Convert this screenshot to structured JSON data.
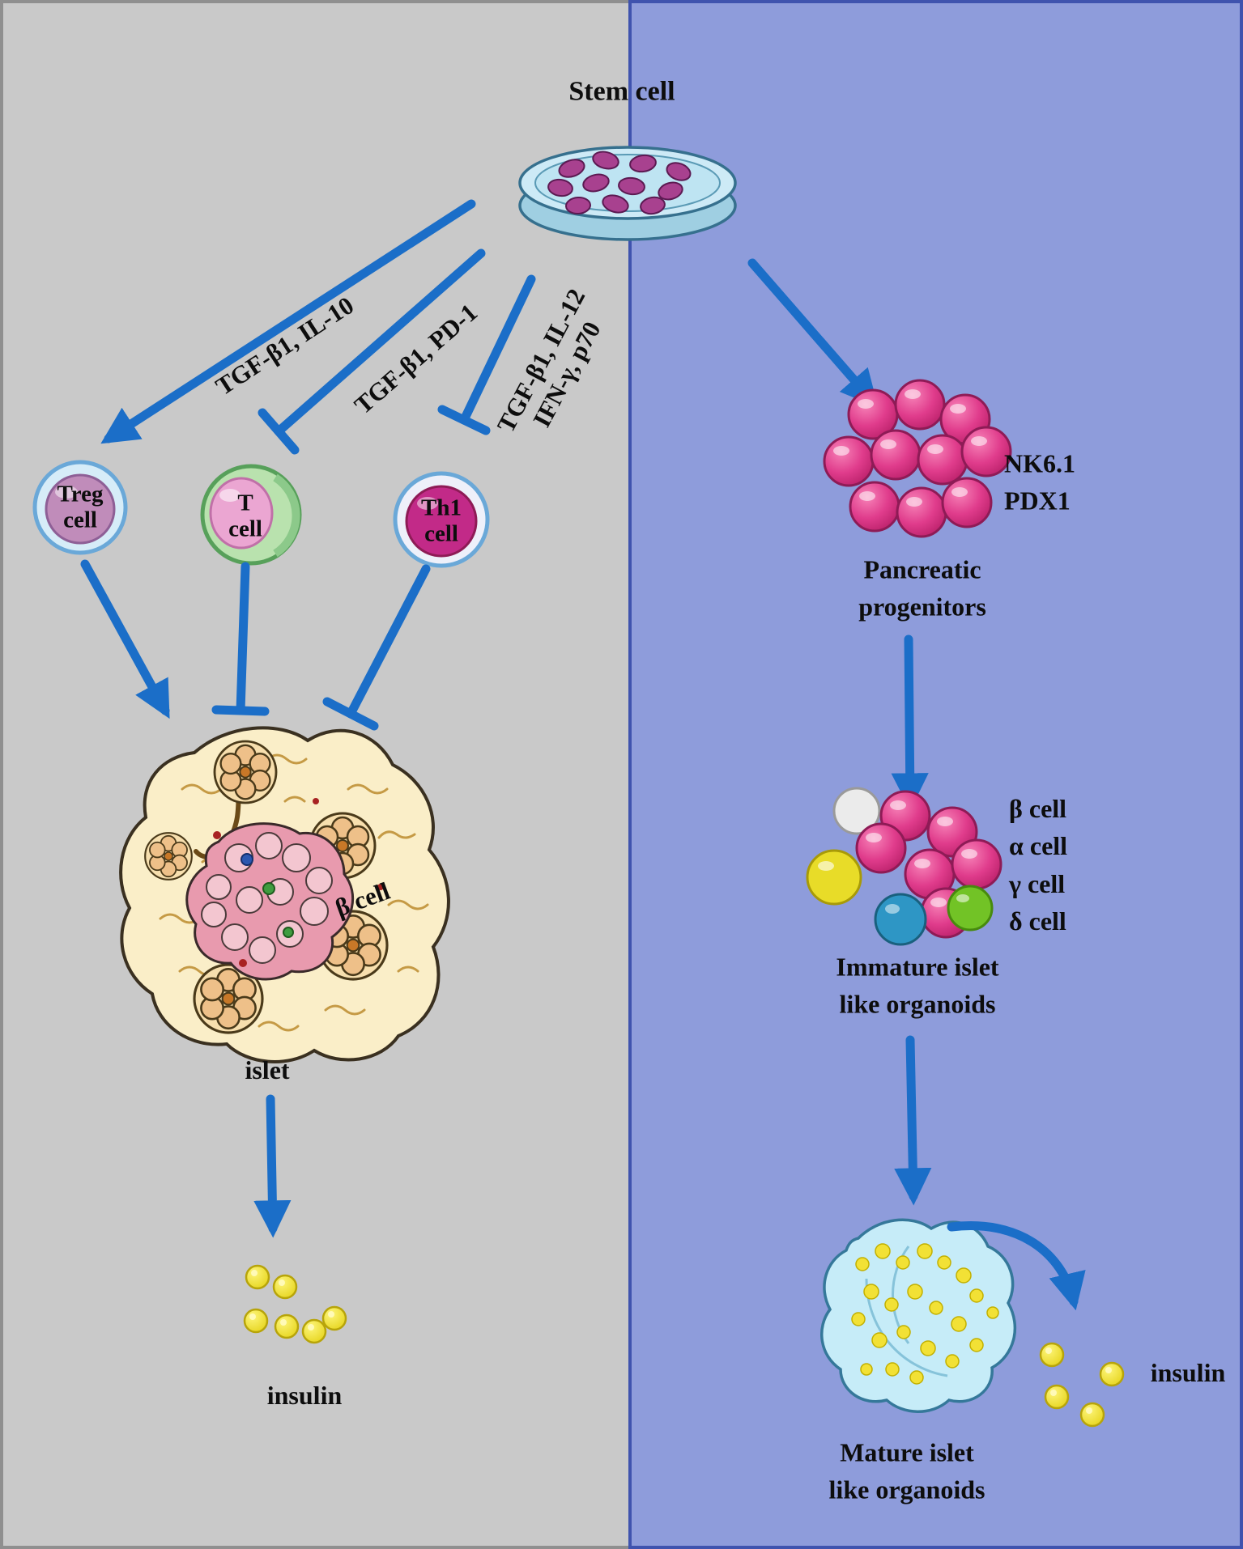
{
  "colors": {
    "left_bg": "#c9c9c9",
    "right_bg": "#8e9cdb",
    "arrow_blue": "#1b6ec8",
    "progenitor_pink": "#e03c8c",
    "insulin_yellow": "#f2e135"
  },
  "stem_cell": {
    "label": "Stem cell"
  },
  "left": {
    "pathways": [
      {
        "label": "TGF-β1, IL-10"
      },
      {
        "label": "TGF-β1, PD-1"
      },
      {
        "line1": "TGF-β1, IL-12",
        "line2": "IFN-γ, p70"
      }
    ],
    "cells": [
      {
        "line1": "Treg",
        "line2": "cell"
      },
      {
        "line1": "T",
        "line2": "cell"
      },
      {
        "line1": "Th1",
        "line2": "cell"
      }
    ],
    "islet": {
      "beta_cell_label": "β cell",
      "label": "islet"
    },
    "insulin_label": "insulin"
  },
  "right": {
    "progenitors": {
      "marker1": "NK6.1",
      "marker2": "PDX1",
      "line1": "Pancreatic",
      "line2": "progenitors"
    },
    "immature": {
      "cell_types": [
        "β cell",
        "α cell",
        "γ cell",
        "δ cell"
      ],
      "line1": "Immature islet",
      "line2": "like organoids"
    },
    "mature": {
      "line1": "Mature islet",
      "line2": "like organoids"
    },
    "insulin_label": "insulin"
  }
}
